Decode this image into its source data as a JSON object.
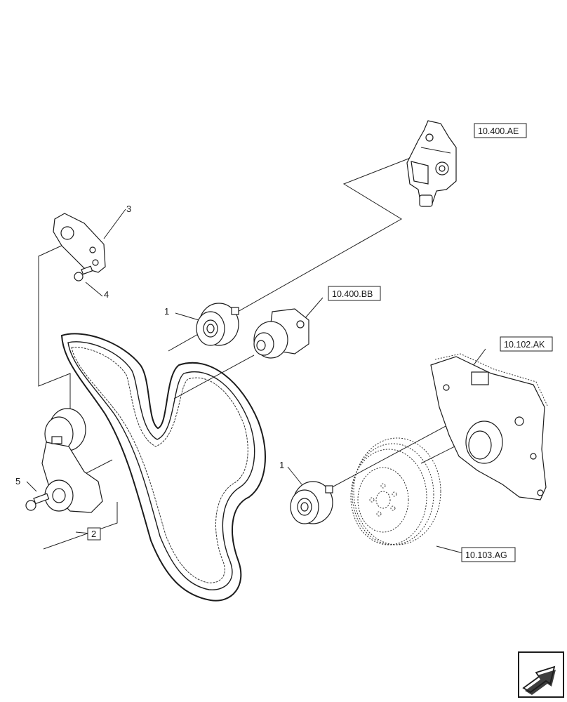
{
  "callouts": {
    "c1a": "1",
    "c1b": "1",
    "c2": "2",
    "c3": "3",
    "c4": "4",
    "c5": "5"
  },
  "refs": {
    "water_pump": "10.400.AE",
    "thermostat": "10.400.BB",
    "front_cover": "10.102.AK",
    "damper": "10.103.AG"
  },
  "nav": {
    "arrow_icon": "next-page-arrow-icon"
  }
}
